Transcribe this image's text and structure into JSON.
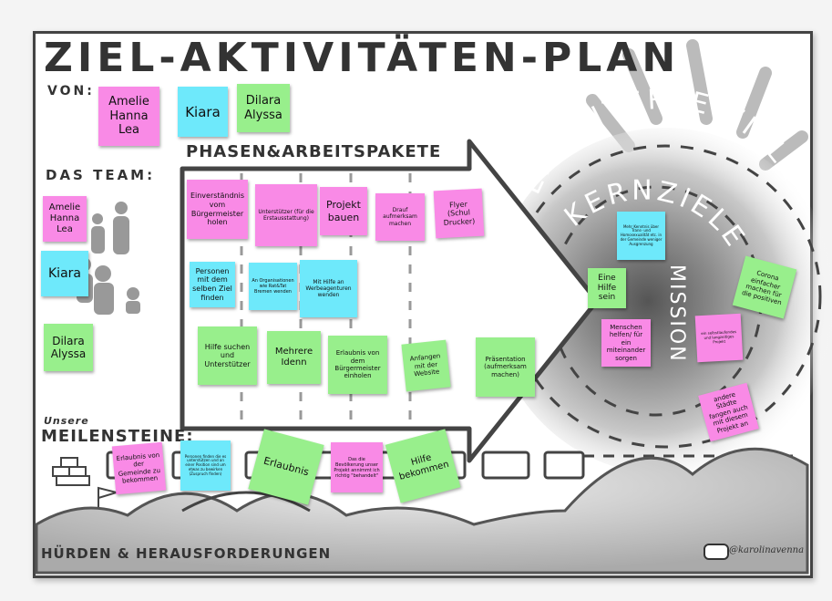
{
  "title": "ZIEL-AKTIVITÄTEN-PLAN",
  "von_label": "VON:",
  "authors": [
    "Amelie Hanna Lea",
    "Kiara",
    "Dilara Alyssa"
  ],
  "phases_label": "PHASEN&ARBEITSPAKETE",
  "team_label": "DAS TEAM:",
  "team": [
    "Amelie Hanna Lea",
    "Kiara",
    "Dilara Alyssa"
  ],
  "circle_labels": {
    "outer": "ERWEITERTE ZIELE",
    "middle": "KERNZIELE",
    "inner": "MISSION"
  },
  "work_packages": [
    {
      "text": "Einverständnis vom Bürgermeister holen",
      "color": "pink"
    },
    {
      "text": "Unterstützer (für die Erstausstattung)",
      "color": "pink"
    },
    {
      "text": "Projekt bauen",
      "color": "pink"
    },
    {
      "text": "Drauf aufmerksam machen",
      "color": "pink"
    },
    {
      "text": "Flyer (Schul Drucker)",
      "color": "pink"
    },
    {
      "text": "Personen mit dem selben Ziel finden",
      "color": "cyan"
    },
    {
      "text": "An Organisationen wie Rat&Tat Bremen wenden",
      "color": "cyan"
    },
    {
      "text": "Mit Hilfe an Werbeagenturen wenden",
      "color": "cyan"
    },
    {
      "text": "Hilfe suchen und Unterstützer",
      "color": "green"
    },
    {
      "text": "Mehrere Idenn",
      "color": "green"
    },
    {
      "text": "Erlaubnis von dem Bürgermeister einholen",
      "color": "green"
    },
    {
      "text": "Anfangen mit der Website",
      "color": "green"
    },
    {
      "text": "Präsentation (aufmerksam machen)",
      "color": "green"
    }
  ],
  "goals": [
    {
      "text": "Mehr Kenntnis über Trans- und Homosexualität etc. in der Gemeinde weniger Ausgrenzung",
      "color": "cyan"
    },
    {
      "text": "Eine Hilfe sein",
      "color": "green"
    },
    {
      "text": "Menschen helfen/ für ein miteinander sorgen",
      "color": "pink"
    },
    {
      "text": "ein selbstlaufendes und langzeitiges Projekt",
      "color": "pink"
    },
    {
      "text": "Corona einfacher machen für die positiven",
      "color": "green"
    },
    {
      "text": "andere Städte fangen auch mit diesem Projekt an",
      "color": "pink"
    }
  ],
  "milestones_prefix": "Unsere",
  "milestones_label": "MEILENSTEINE:",
  "milestones": [
    {
      "text": "Erlaubnis von der Gemeinde zu bekommen",
      "color": "pink"
    },
    {
      "text": "Personen finden die es unterstützen und an einer Position sind um etwas zu bewirken (Zuspruch finden)",
      "color": "cyan"
    },
    {
      "text": "Erlaubnis",
      "color": "green"
    },
    {
      "text": "Das die Bevölkerung unser Projekt annimmt ich richtig \"behandelt\"",
      "color": "pink"
    },
    {
      "text": "Hilfe bekommen",
      "color": "green"
    }
  ],
  "hurdles_label": "HÜRDEN & HERAUSFORDERUNGEN",
  "signature": "@karolinavenna",
  "colors": {
    "pink": "#f98ae6",
    "cyan": "#6ee9fb",
    "green": "#98ef8c",
    "ink": "#333333"
  }
}
